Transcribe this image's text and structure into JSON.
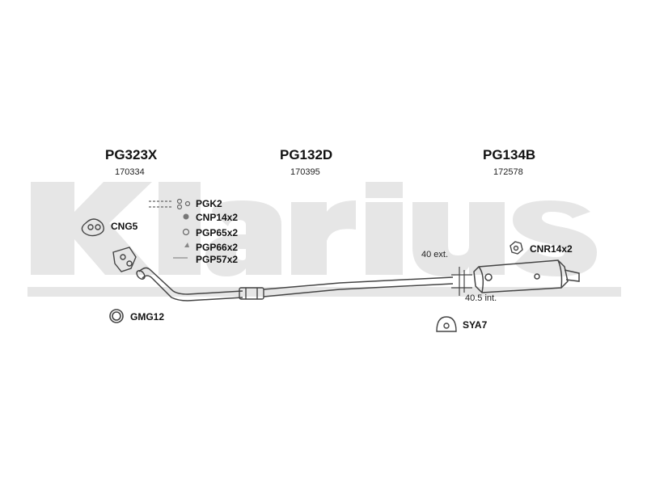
{
  "watermark": {
    "text": "Klarius",
    "color": "#e6e6e6"
  },
  "sections": [
    {
      "code": "PG323X",
      "ref": "170334"
    },
    {
      "code": "PG132D",
      "ref": "170395"
    },
    {
      "code": "PG134B",
      "ref": "172578"
    }
  ],
  "fittings": {
    "pgk": "PGK2",
    "cnp": "CNP14x2",
    "pgp65": "PGP65x2",
    "pgp66": "PGP66x2",
    "pgp57": "PGP57x2",
    "cng": "CNG5",
    "gmg": "GMG12",
    "cnr": "CNR14x2",
    "sya": "SYA7"
  },
  "dimensions": {
    "ext": "40 ext.",
    "int": "40.5 int."
  }
}
